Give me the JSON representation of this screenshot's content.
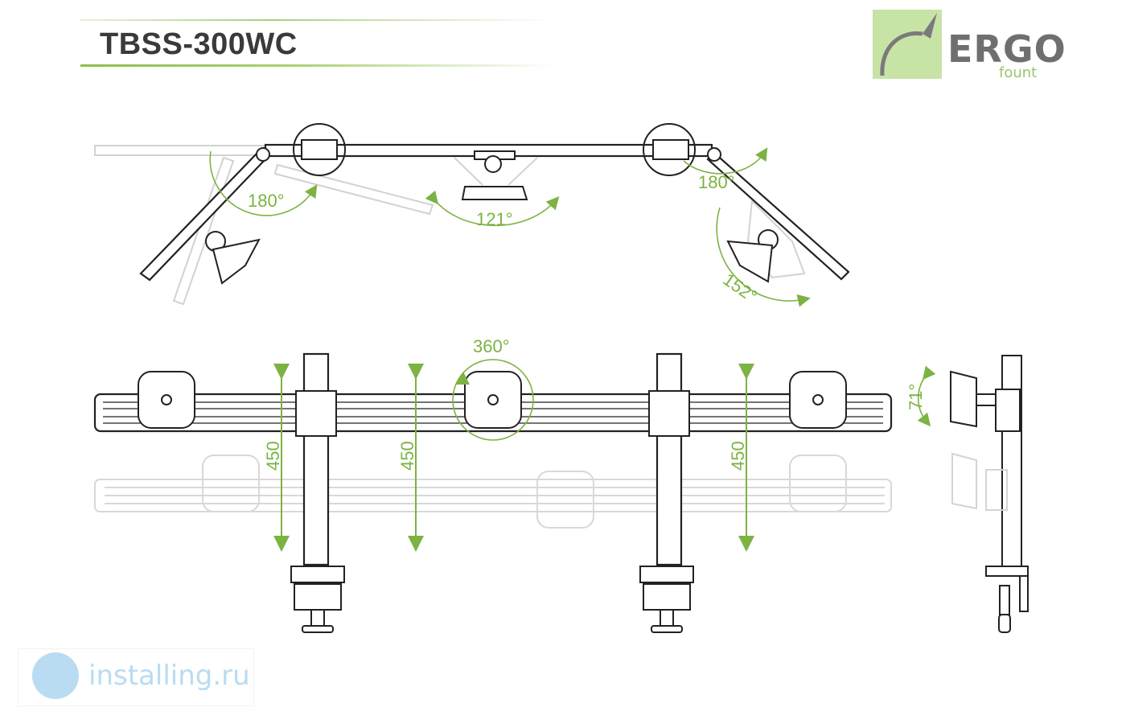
{
  "header": {
    "model": "TBSS-300WC"
  },
  "logo": {
    "word": "ERGO",
    "sub": "fount"
  },
  "watermark": {
    "text": "installing.ru"
  },
  "annotations": {
    "angle_left": "180°",
    "angle_center": "121°",
    "angle_right": "180°",
    "angle_right_tilt": "152°",
    "rotate": "360°",
    "height_left": "450",
    "height_center": "450",
    "height_right": "450",
    "tilt_side": "71°"
  },
  "colors": {
    "accent": "#7cb342",
    "line": "#222222",
    "ghost": "#d0d0d0"
  }
}
